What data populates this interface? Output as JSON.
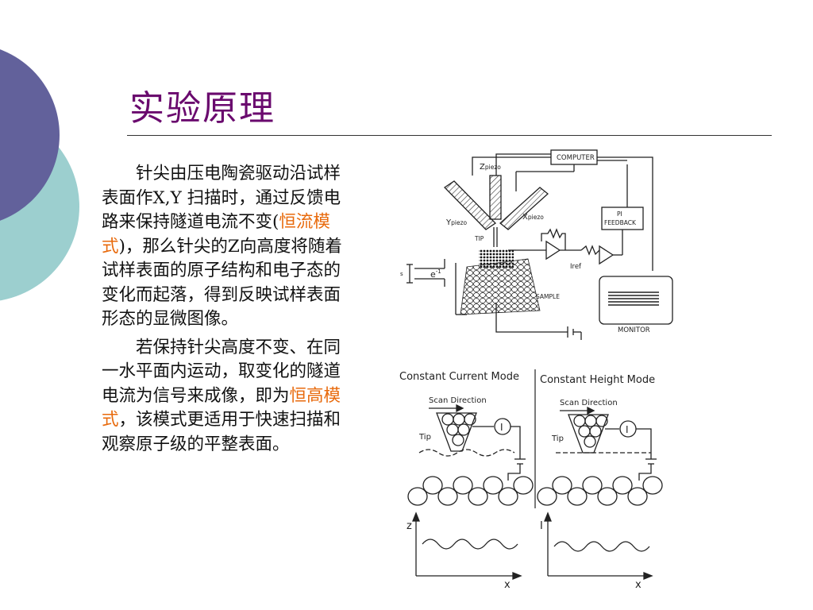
{
  "slide": {
    "title": "实验原理",
    "accent_color": "#6a0a6e",
    "highlight_color": "#e86a0c",
    "paragraph1": {
      "before": "针尖由压电陶瓷驱动沿试样表面作X,Y 扫描时，通过反馈电路来保持隧道电流不变(",
      "highlight": "恒流模式",
      "after": ")，那么针尖的Z向高度将随着试样表面的原子结构和电子态的变化而起落，得到反映试样表面形态的显微图像。"
    },
    "paragraph2": {
      "before": "若保持针尖高度不变、在同一水平面内运动，取变化的隧道电流为信号来成像，即为",
      "highlight": "恒高模式",
      "after": "，该模式更适用于快速扫描和观察原子级的平整表面。"
    }
  },
  "figure_top": {
    "computer": "COMPUTER",
    "z_piezo_main": "Z",
    "z_piezo_sub": "piezo",
    "x_piezo_main": "X",
    "x_piezo_sub": "piezo",
    "y_piezo_main": "Y",
    "y_piezo_sub": "piezo",
    "tip": "TIP",
    "feedback_line1": "PI",
    "feedback_line2": "FEEDBACK",
    "iref": "Iref",
    "electron": "e",
    "electron_exp": "-1",
    "gap": "s",
    "sample": "SAMPLE",
    "monitor": "MONITOR"
  },
  "figure_bottom": {
    "left_title": "Constant Current Mode",
    "right_title": "Constant Height Mode",
    "scan_direction": "Scan Direction",
    "tip": "Tip",
    "current_symbol": "I",
    "left_axis_y": "z",
    "right_axis_y": "I",
    "axis_x": "x"
  }
}
